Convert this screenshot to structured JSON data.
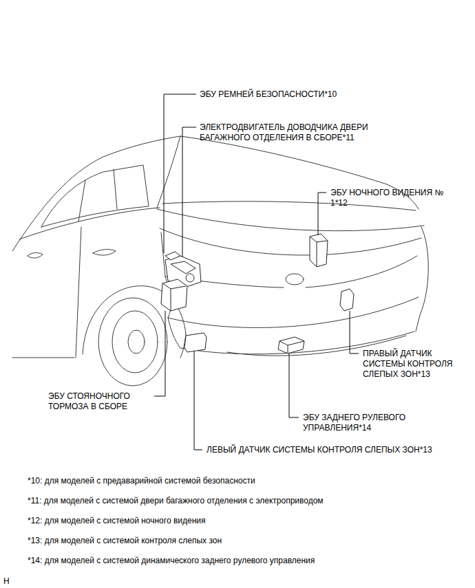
{
  "diagram": {
    "labels": [
      "ЭБУ РЕМНЕЙ БЕЗОПАСНОСТИ*10",
      "ЭЛЕКТРОДВИГАТЕЛЬ ДОВОДЧИКА ДВЕРИ БАГАЖНОГО ОТДЕЛЕНИЯ В СБОРЕ*11",
      "ЭБУ НОЧНОГО ВИДЕНИЯ № 1*12",
      "ПРАВЫЙ ДАТЧИК СИСТЕМЫ КОНТРОЛЯ СЛЕПЫХ ЗОН*13",
      "ЭБУ СТОЯНОЧНОГО ТОРМОЗА В СБОРЕ",
      "ЭБУ ЗАДНЕГО РУЛЕВОГО УПРАВЛЕНИЯ*14",
      "ЛЕВЫЙ ДАТЧИК СИСТЕМЫ КОНТРОЛЯ СЛЕПЫХ ЗОН*13",
      "*10: для моделей с предаварийной системой безопасности",
      "*11: для моделей с системой двери багажного отделения с электроприводом",
      "*12: для моделей с системой ночного видения",
      "*13: для моделей с системой контроля слепых зон",
      "*14: для моделей с системой динамического заднего рулевого управления",
      "H"
    ]
  }
}
